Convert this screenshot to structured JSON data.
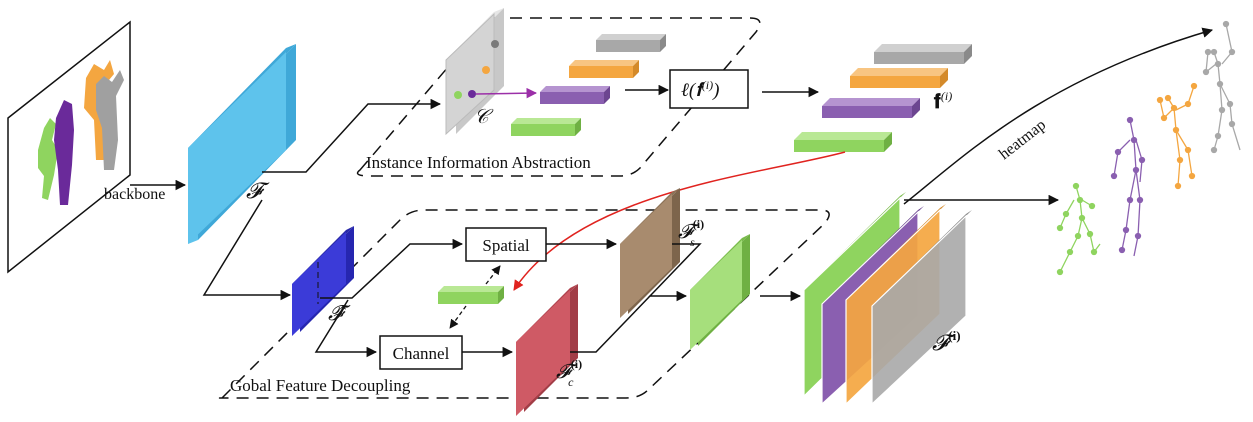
{
  "labels": {
    "backbone": "backbone",
    "feature_map": "𝓕",
    "instance_region": "Instance Information Abstraction",
    "global_region": "Gobal Feature Decoupling",
    "loss_box": "ℓ(𝐟",
    "loss_sup": "(i)",
    "loss_close": ")",
    "instance_feat": "𝐟",
    "instance_feat_sup": "(i)",
    "centers": "𝒞",
    "spatial": "Spatial",
    "channel": "Channel",
    "f_hat": "𝓕̂",
    "f_s": "𝓕",
    "f_s_sup": "(i)",
    "f_s_sub": "s",
    "f_c": "𝓕",
    "f_c_sup": "(i)",
    "f_c_sub": "c",
    "f_out": "𝓕",
    "f_out_sup": "(i)",
    "heatmap": "heatmap"
  },
  "colors": {
    "green": "#8fd45f",
    "purple": "#8a5fb0",
    "orange": "#f4a640",
    "gray": "#a8a8a8",
    "cyan": "#5ec3ec",
    "blue": "#3b3bd8",
    "brown": "#a88b6e",
    "red": "#cf5a65",
    "arrow_purple": "#9b2fa8",
    "arrow_red": "#e0231f"
  }
}
